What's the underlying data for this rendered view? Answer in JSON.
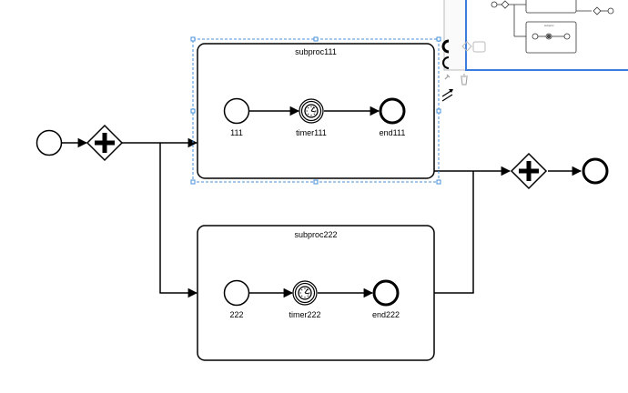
{
  "subprocesses": [
    {
      "title": "subproc111",
      "start_label": "111",
      "timer_label": "timer111",
      "end_label": "end111",
      "selected": true
    },
    {
      "title": "subproc222",
      "start_label": "222",
      "timer_label": "timer222",
      "end_label": "end222",
      "selected": false
    }
  ],
  "colors": {
    "stroke": "#000000",
    "selection": "#4a90d9",
    "minimap_border": "#3b7ddd",
    "palette_icon": "#999999"
  },
  "icons": [
    "parallel-gateway-icon",
    "timer-icon",
    "wrench-icon",
    "trash-icon",
    "connect-arrow-icon",
    "append-end-event-icon",
    "append-gateway-icon",
    "append-task-icon"
  ]
}
